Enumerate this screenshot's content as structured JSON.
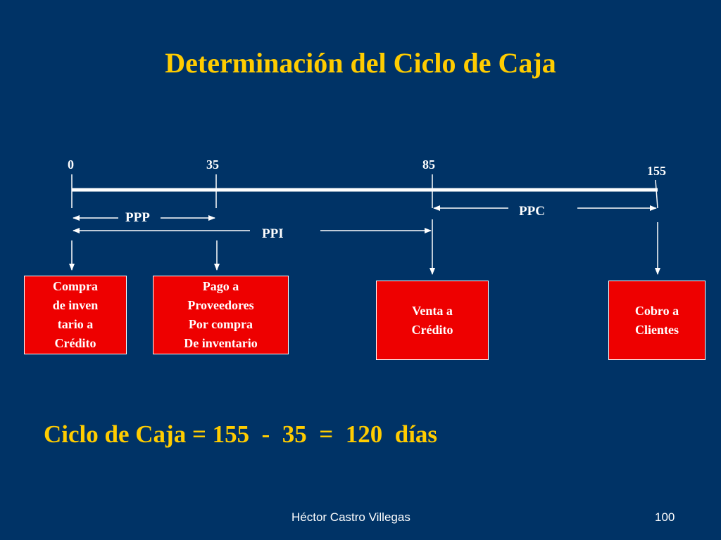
{
  "title": "Determinación del Ciclo de Caja",
  "timeline": {
    "ticks": [
      "0",
      "35",
      "85",
      "155"
    ],
    "segments": [
      "PPP",
      "PPI",
      "PPC"
    ]
  },
  "boxes": [
    "Compra\n de inven\ntario a\n Crédito",
    "Pago a\nProveedores\nPor compra\nDe inventario",
    "Venta a\n Crédito",
    "Cobro a\nClientes"
  ],
  "formula": "Ciclo de Caja = 155  -  35  =  120  días",
  "footer": {
    "author": "Héctor Castro Villegas",
    "page": "100"
  },
  "colors": {
    "background": "#003366",
    "title": "#FFCC00",
    "box": "#EE0000",
    "line": "#FFFFFF"
  }
}
